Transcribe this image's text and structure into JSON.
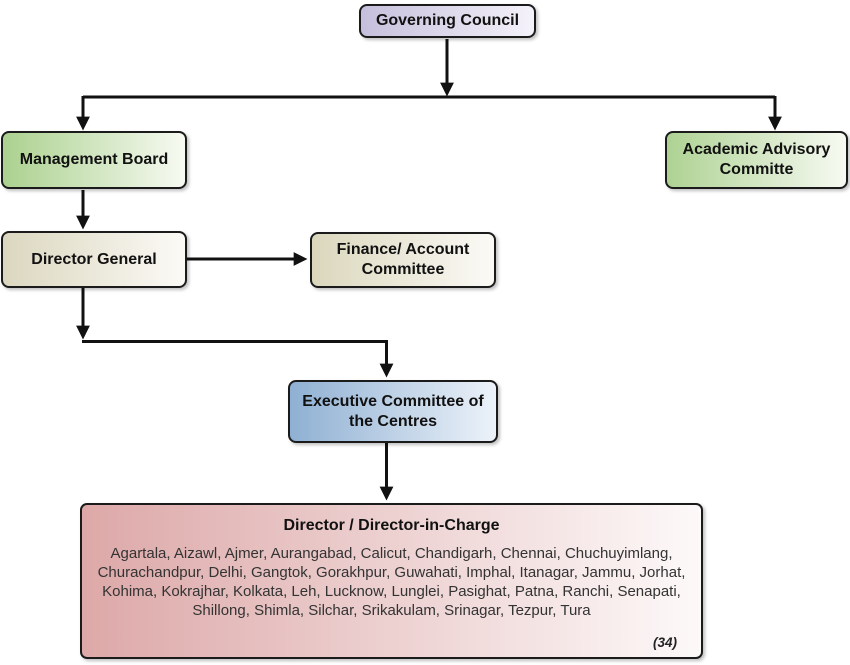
{
  "diagram": {
    "type": "org-chart",
    "line_color": "#111111",
    "nodes": {
      "governing_council": {
        "label": "Governing Council",
        "fill": "#c6bfdc"
      },
      "management_board": {
        "label": "Management Board",
        "fill": "#abd18f"
      },
      "academic_advisory_committe": {
        "label": "Academic Advisory Committe",
        "fill": "#aed293"
      },
      "director_general": {
        "label": "Director General",
        "fill": "#dbd7bf"
      },
      "finance_account_committee": {
        "label": "Finance/ Account Committee",
        "fill": "#dbd7bd"
      },
      "executive_committee": {
        "label": "Executive Committee of the Centres",
        "fill": "#8fb0d3"
      },
      "director_in_charge": {
        "title": "Director / Director-in-Charge",
        "centres": "Agartala, Aizawl, Ajmer, Aurangabad, Calicut, Chandigarh, Chennai, Chuchuyimlang, Churachandpur, Delhi, Gangtok, Gorakhpur, Guwahati, Imphal, Itanagar, Jammu, Jorhat, Kohima, Kokrajhar, Kolkata, Leh, Lucknow, Lunglei, Pasighat, Patna, Ranchi, Senapati, Shillong, Shimla, Silchar, Srikakulam, Srinagar, Tezpur, Tura",
        "count_label": "(34)",
        "fill": "#dda8a8"
      }
    },
    "edges": [
      {
        "from": "governing_council",
        "to": "management_board"
      },
      {
        "from": "governing_council",
        "to": "academic_advisory_committe"
      },
      {
        "from": "management_board",
        "to": "director_general"
      },
      {
        "from": "director_general",
        "to": "finance_account_committee"
      },
      {
        "from": "director_general",
        "to": "executive_committee"
      },
      {
        "from": "executive_committee",
        "to": "director_in_charge"
      }
    ]
  }
}
